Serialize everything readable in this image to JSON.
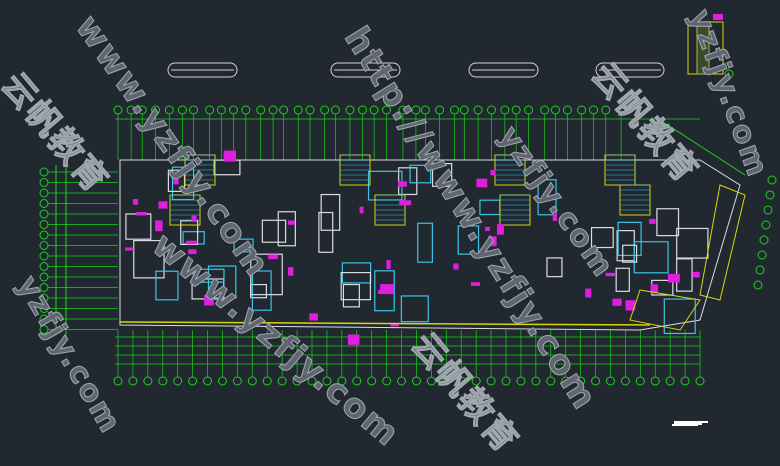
{
  "drawing": {
    "background": "#212830",
    "axis_color": "#19d419",
    "wall_color": "#d8dde2",
    "cyan": "#39c6e6",
    "magenta": "#e01ee0",
    "yellow": "#d6d60e",
    "top_axis_count": 40,
    "bottom_axis_count": 40,
    "left_axis_count": 16,
    "right_axis_count": 8
  },
  "watermarks": {
    "url_short": "www.yzfjy.com",
    "url_full": "http://www.yzfjy.com",
    "brand_cn": "云帆教育",
    "domain": "yzfjy.com"
  }
}
